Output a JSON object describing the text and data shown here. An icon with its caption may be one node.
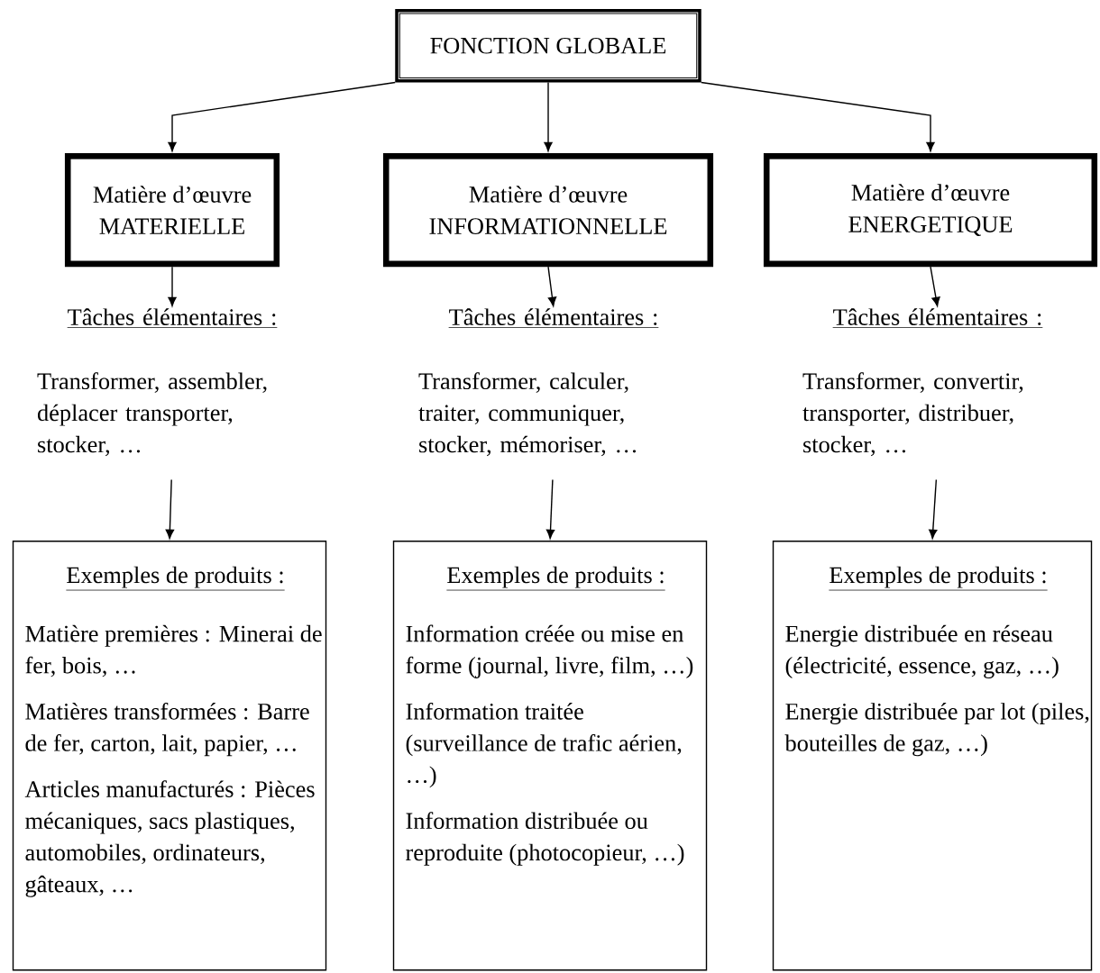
{
  "diagram": {
    "nodes": [
      {
        "text": [
          "FONCTION GLOBALE"
        ]
      },
      {
        "text": [
          "Matière d’œuvre",
          "MATERIELLE"
        ]
      },
      {
        "text": [
          "Matière d’œuvre",
          "INFORMATIONNELLE"
        ]
      },
      {
        "text": [
          "Matière d’œuvre",
          "ENERGETIQUE"
        ]
      },
      {
        "text": [
          "Tâches élémentaires :",
          "Transformer, assembler, déplacer transporter, stocker, …"
        ]
      },
      {
        "text": [
          "Tâches élémentaires :",
          "Transformer, calculer, traiter, communiquer, stocker, mémoriser, …"
        ]
      },
      {
        "text": [
          "Tâches élémentaires :",
          "Transformer, convertir, transporter, distribuer, stocker, …"
        ]
      },
      {
        "text": [
          "Exemples de produits :",
          "Matière premières : Minerai de fer, bois, …",
          "Matières transformées : Barre de fer, carton, lait, papier, …",
          "Articles manufacturés : Pièces mécaniques, sacs plastiques, automobiles, ordinateurs, gâteaux, …"
        ]
      },
      {
        "text": [
          "Exemples de produits :",
          "Information créée ou mise en forme (journal, livre, film, …)",
          "Information traitée (surveillance de trafic aérien, …)",
          "Information distribuée ou reproduite (photocopieur, …)"
        ]
      },
      {
        "text": [
          "Exemples de produits :",
          "Energie distribuée en réseau (électricité, essence, gaz, …)",
          "Energie distribuée par lot (piles, bouteilles de gaz, …)"
        ]
      }
    ],
    "edges": [
      {
        "from": 0,
        "to": 1,
        "arrow": "to"
      },
      {
        "from": 0,
        "to": 2,
        "arrow": "to"
      },
      {
        "from": 0,
        "to": 3,
        "arrow": "to"
      },
      {
        "from": 1,
        "to": 4,
        "arrow": "to"
      },
      {
        "from": 2,
        "to": 5,
        "arrow": "to"
      },
      {
        "from": 3,
        "to": 6,
        "arrow": "to"
      },
      {
        "from": 4,
        "to": 7,
        "arrow": "to"
      },
      {
        "from": 5,
        "to": 8,
        "arrow": "to"
      },
      {
        "from": 6,
        "to": 9,
        "arrow": "to"
      }
    ]
  }
}
